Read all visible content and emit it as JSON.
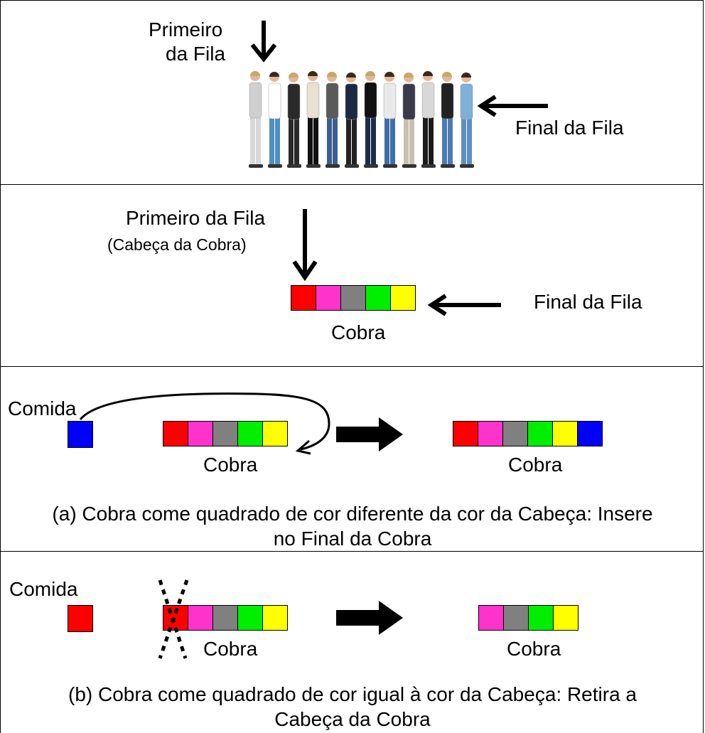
{
  "colors": {
    "red": "#ff0000",
    "magenta": "#ff33cc",
    "gray": "#808080",
    "green": "#00ee00",
    "yellow": "#ffff00",
    "blue": "#0000ff"
  },
  "panel1": {
    "first_label_line1": "Primeiro",
    "first_label_line2": "da Fila",
    "last_label": "Final da Fila",
    "photo": "queue-of-people-photo"
  },
  "panel2": {
    "first_label": "Primeiro da Fila",
    "head_label": "(Cabeça da Cobra)",
    "last_label": "Final da Fila",
    "snake_label": "Cobra",
    "snake": [
      "red",
      "magenta",
      "gray",
      "green",
      "yellow"
    ]
  },
  "panel3": {
    "food_label": "Comida",
    "food_color": "blue",
    "snake_before": [
      "red",
      "magenta",
      "gray",
      "green",
      "yellow"
    ],
    "snake_after": [
      "red",
      "magenta",
      "gray",
      "green",
      "yellow",
      "blue"
    ],
    "snake_label_before": "Cobra",
    "snake_label_after": "Cobra",
    "caption_line1": "(a) Cobra come quadrado de cor diferente da cor da Cabeça: Insere",
    "caption_line2": "no Final da Cobra"
  },
  "panel4": {
    "food_label": "Comida",
    "food_color": "red",
    "snake_before": [
      "red",
      "magenta",
      "gray",
      "green",
      "yellow"
    ],
    "snake_after": [
      "magenta",
      "gray",
      "green",
      "yellow"
    ],
    "snake_label_before": "Cobra",
    "snake_label_after": "Cobra",
    "caption_line1": "(b) Cobra come quadrado de cor igual à cor da Cabeça: Retira a",
    "caption_line2": "Cabeça da Cobra"
  }
}
